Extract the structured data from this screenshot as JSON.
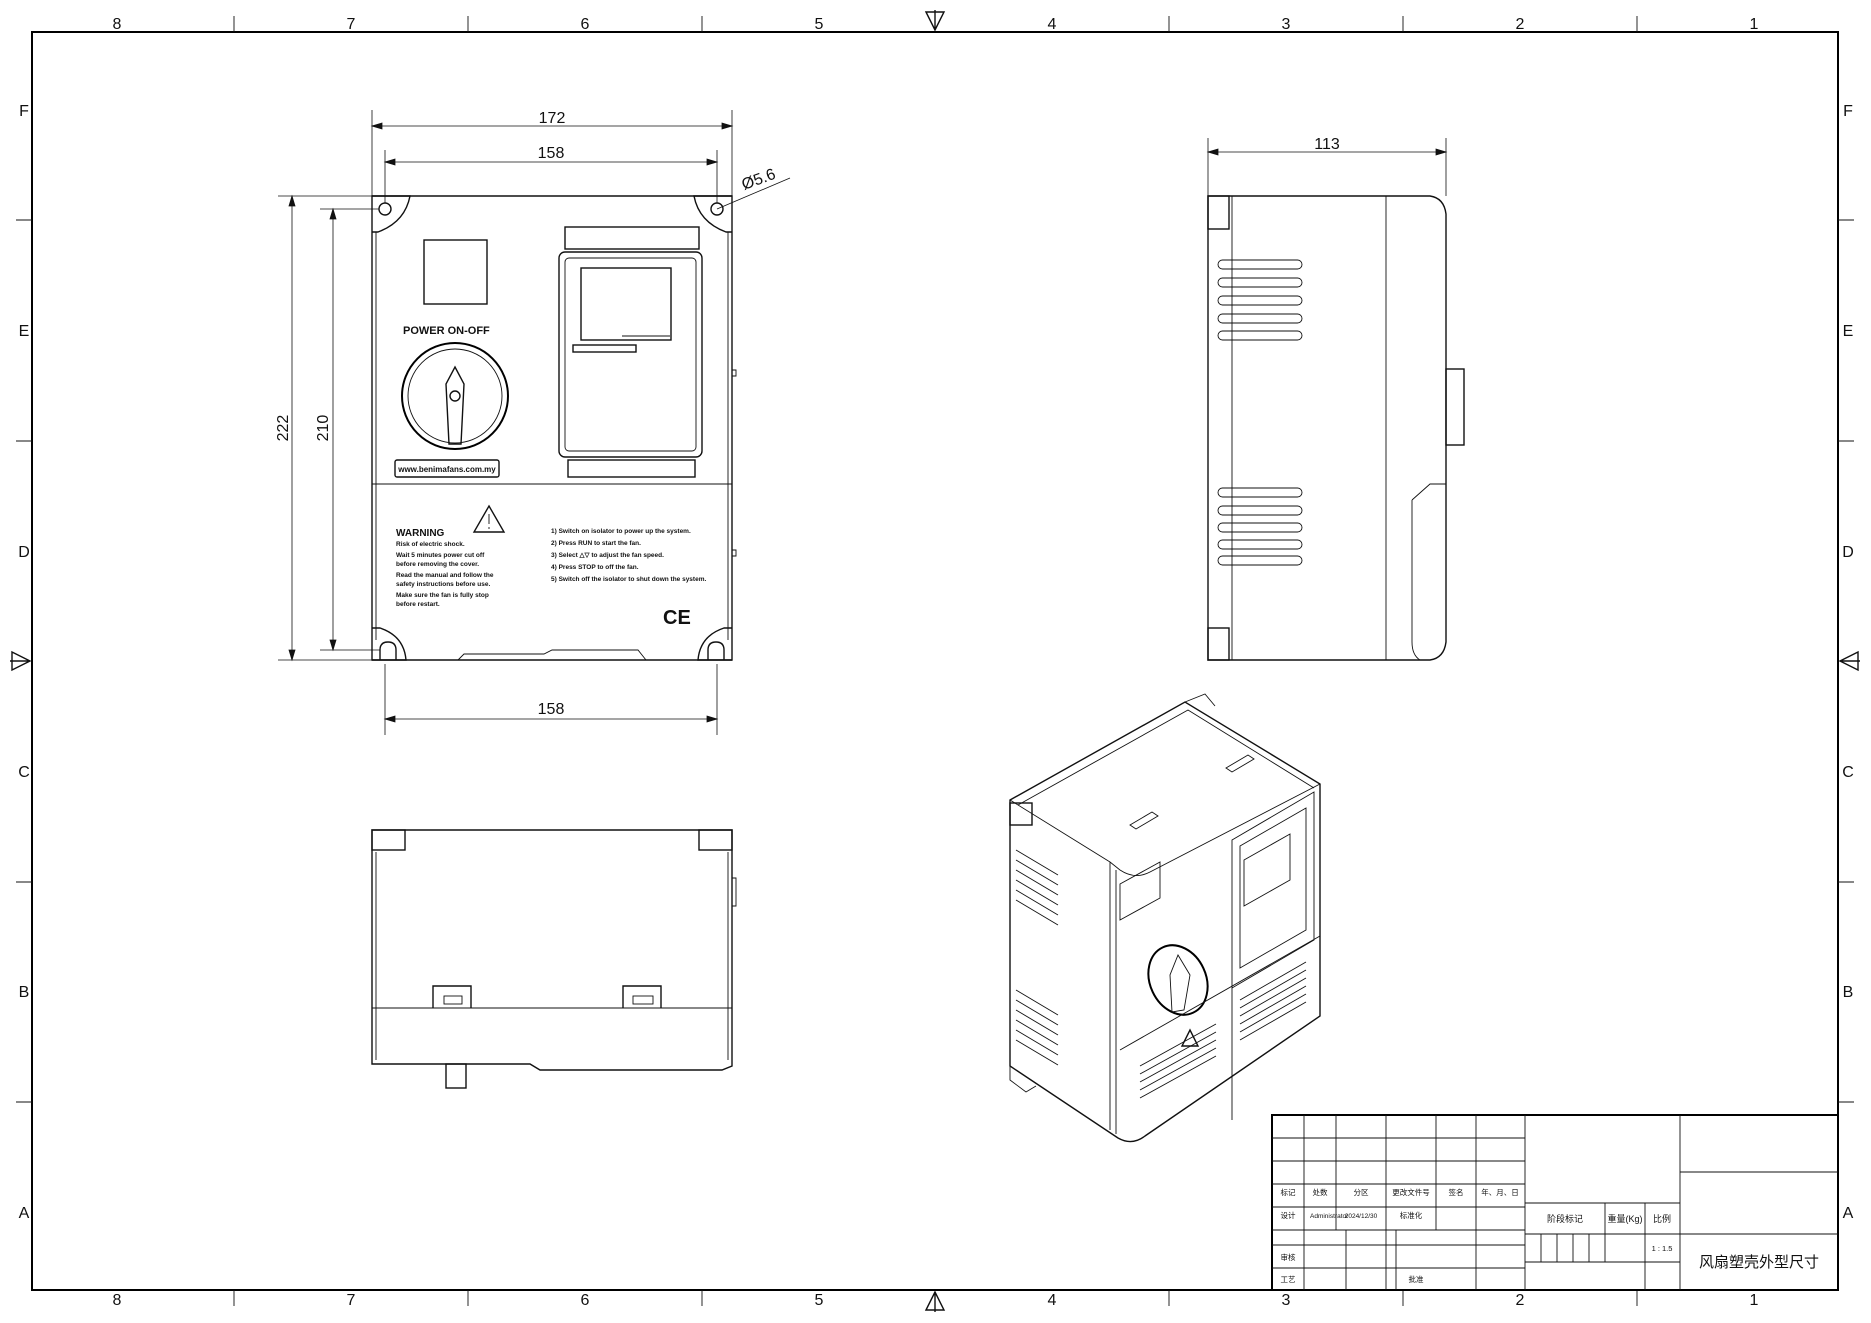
{
  "zones": {
    "columns": [
      "8",
      "7",
      "6",
      "5",
      "4",
      "3",
      "2",
      "1"
    ],
    "rows": [
      "F",
      "E",
      "D",
      "C",
      "B",
      "A"
    ]
  },
  "front_view": {
    "dims": {
      "overall_width": "172",
      "hole_spacing_top": "158",
      "hole_diameter": "Ø5.6",
      "overall_height": "222",
      "hole_spacing_vertical": "210",
      "hole_spacing_bottom": "158"
    },
    "switch_label": "POWER ON-OFF",
    "website": "www.benimafans.com.my",
    "warning": {
      "title": "WARNING",
      "items": [
        "Risk of electric shock.",
        "Wait 5 minutes power cut off",
        "before removing the  cover.",
        "Read the manual and follow the",
        "safety instructions before use.",
        "Make sure the fan is fully stop",
        "before restart."
      ]
    },
    "instructions": [
      "1) Switch on isolator to power up the system.",
      "2) Press RUN to start the fan.",
      "3) Select △▽ to adjust the fan speed.",
      "4) Press STOP to off the fan.",
      "5) Switch off the isolator to shut down the system."
    ],
    "ce_mark": "CE"
  },
  "side_view": {
    "dims": {
      "depth": "113"
    }
  },
  "title_block": {
    "header_row": [
      "标记",
      "处数",
      "分区",
      "更改文件号",
      "签名",
      "年、月、日"
    ],
    "design_row": [
      "设计",
      "Administrator",
      "2024/12/30",
      "标准化"
    ],
    "review_label": "审核",
    "process_label": "工艺",
    "approve_label": "批准",
    "stage_label": "阶段标记",
    "weight_label": "重量(Kg)",
    "scale_label": "比例",
    "scale_value": "1 : 1.5",
    "drawing_title": "风扇塑壳外型尺寸"
  }
}
